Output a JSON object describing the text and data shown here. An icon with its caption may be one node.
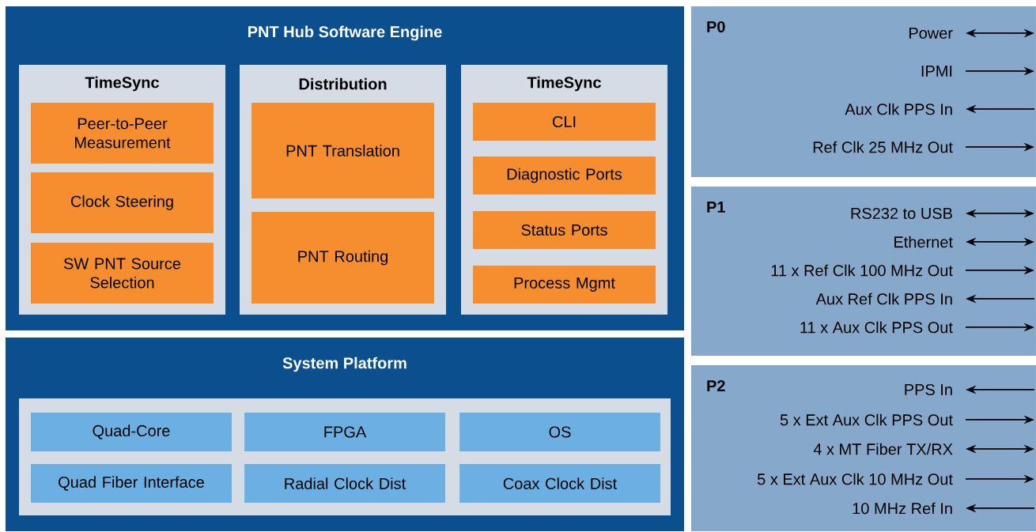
{
  "diagram": {
    "nodes": [
      {
        "text": [
          "PNT Hub Software Engine"
        ]
      },
      {
        "text": [
          "TimeSync"
        ],
        "in": 0
      },
      {
        "text": [
          "Peer-to-Peer Measurement"
        ],
        "in": 1
      },
      {
        "text": [
          "Clock Steering"
        ],
        "in": 1
      },
      {
        "text": [
          "SW PNT Source Selection"
        ],
        "in": 1
      },
      {
        "text": [
          "Distribution"
        ],
        "in": 0
      },
      {
        "text": [
          "PNT Translation"
        ],
        "in": 5
      },
      {
        "text": [
          "PNT Routing"
        ],
        "in": 5
      },
      {
        "text": [
          "TimeSync"
        ],
        "in": 0
      },
      {
        "text": [
          "CLI"
        ],
        "in": 8
      },
      {
        "text": [
          "Diagnostic Ports"
        ],
        "in": 8
      },
      {
        "text": [
          "Status Ports"
        ],
        "in": 8
      },
      {
        "text": [
          "Process Mgmt"
        ],
        "in": 8
      },
      {
        "text": [
          "System Platform"
        ]
      },
      {
        "text": [],
        "shape": "box",
        "in": 13
      },
      {
        "text": [
          "Quad-Core"
        ],
        "in": 14
      },
      {
        "text": [
          "FPGA"
        ],
        "in": 14
      },
      {
        "text": [
          "OS"
        ],
        "in": 14
      },
      {
        "text": [
          "Quad Fiber Interface"
        ],
        "in": 14
      },
      {
        "text": [
          "Radial Clock Dist"
        ],
        "in": 14
      },
      {
        "text": [
          "Coax Clock Dist"
        ],
        "in": 14
      },
      {
        "text": [
          "P0"
        ]
      },
      {
        "text": [
          "Power"
        ],
        "in": 21
      },
      {
        "text": [
          "IPMI"
        ],
        "in": 21
      },
      {
        "text": [
          "Aux Clk PPS In"
        ],
        "in": 21
      },
      {
        "text": [
          "Ref Clk 25 MHz Out"
        ],
        "in": 21
      },
      {
        "text": [
          "P1"
        ]
      },
      {
        "text": [
          "RS232 to USB"
        ],
        "in": 26
      },
      {
        "text": [
          "Ethernet"
        ],
        "in": 26
      },
      {
        "text": [
          "11 x Ref Clk 100 MHz Out"
        ],
        "in": 26
      },
      {
        "text": [
          "Aux Ref Clk PPS In"
        ],
        "in": 26
      },
      {
        "text": [
          "11 x Aux Clk PPS Out"
        ],
        "in": 26
      },
      {
        "text": [
          "P2"
        ]
      },
      {
        "text": [
          "PPS In"
        ],
        "in": 32
      },
      {
        "text": [
          "5 x Ext Aux Clk PPS Out"
        ],
        "in": 32
      },
      {
        "text": [
          "4 x MT Fiber TX/RX"
        ],
        "in": 32
      },
      {
        "text": [
          "5 x Ext Aux Clk 10 MHz Out"
        ],
        "in": 32
      },
      {
        "text": [
          "10 MHz Ref In"
        ],
        "in": 32
      }
    ],
    "edges": [
      {
        "from": 22,
        "to": null,
        "arrow": "both"
      },
      {
        "from": 23,
        "to": null,
        "arrow": "to"
      },
      {
        "from": null,
        "to": 24,
        "arrow": "to"
      },
      {
        "from": 25,
        "to": null,
        "arrow": "to"
      },
      {
        "from": 27,
        "to": null,
        "arrow": "both"
      },
      {
        "from": 28,
        "to": null,
        "arrow": "both"
      },
      {
        "from": 29,
        "to": null,
        "arrow": "to"
      },
      {
        "from": null,
        "to": 30,
        "arrow": "to"
      },
      {
        "from": 31,
        "to": null,
        "arrow": "to"
      },
      {
        "from": null,
        "to": 33,
        "arrow": "to"
      },
      {
        "from": 34,
        "to": null,
        "arrow": "to"
      },
      {
        "from": 35,
        "to": null,
        "arrow": "both"
      },
      {
        "from": 36,
        "to": null,
        "arrow": "to"
      },
      {
        "from": null,
        "to": 37,
        "arrow": "to"
      }
    ]
  }
}
